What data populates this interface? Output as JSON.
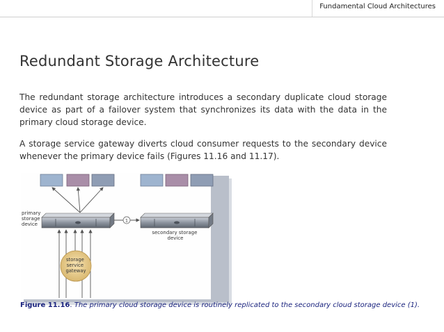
{
  "header": {
    "section": "Fundamental Cloud Architectures"
  },
  "slide": {
    "title": "Redundant Storage Architecture",
    "paragraph1": "The redundant storage architecture introduces a secondary duplicate cloud storage device as part of a failover system that synchronizes its data with the data in the primary cloud storage device.",
    "paragraph2": "A storage service gateway diverts cloud consumer requests to the secondary device whenever the primary device fails (Figures 11.16 and 11.17)."
  },
  "figure": {
    "primary_label": [
      "primary",
      "storage",
      "device"
    ],
    "secondary_label": [
      "secondary storage",
      "device"
    ],
    "gateway_label": [
      "storage",
      "service",
      "gateway"
    ],
    "marker": "1",
    "colors": {
      "box_blue": "#9eb4cf",
      "box_purple": "#a98ea8",
      "box_gray": "#8f9db4",
      "gateway": "#e7c98a"
    }
  },
  "caption": {
    "label": "Figure 11.16",
    "separator": ". ",
    "text": "The primary cloud storage device is routinely replicated to the secondary cloud storage device (1)."
  }
}
